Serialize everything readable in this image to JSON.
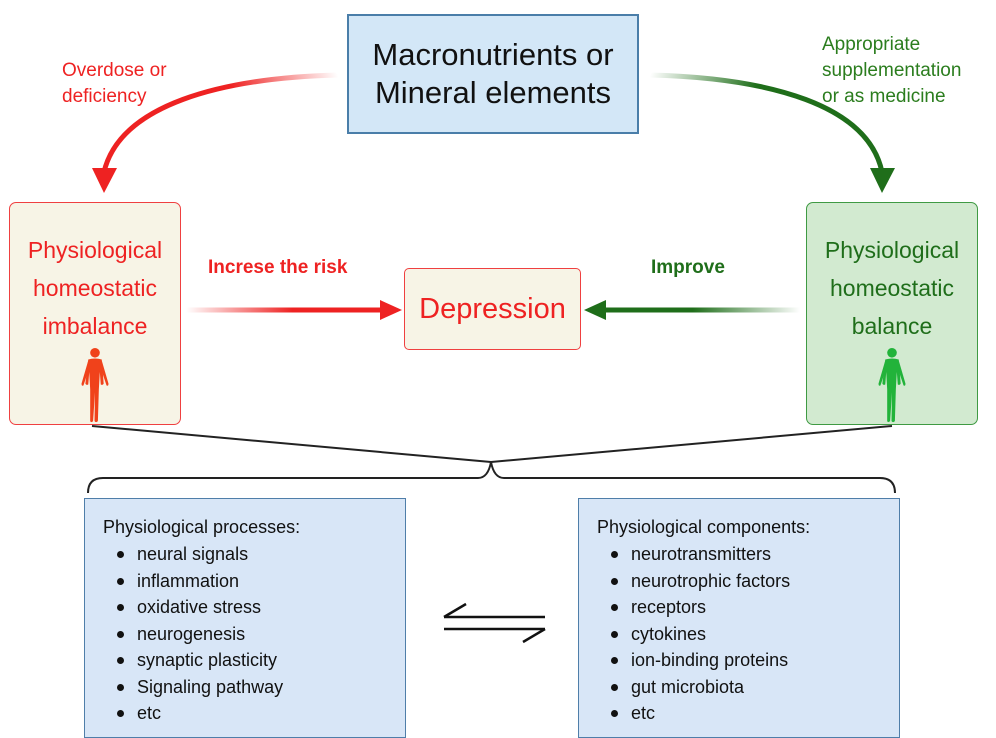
{
  "top_box": {
    "line1": "Macronutrients or",
    "line2": "Mineral elements"
  },
  "left_arrow_label": {
    "line1": "Overdose or",
    "line2": "deficiency"
  },
  "right_arrow_label": {
    "line1": "Appropriate",
    "line2": "supplementation",
    "line3": "or as medicine"
  },
  "left_state": {
    "line1": "Physiological",
    "line2": "homeostatic",
    "line3": "imbalance"
  },
  "right_state": {
    "line1": "Physiological",
    "line2": "homeostatic",
    "line3": "balance"
  },
  "center_box": {
    "label": "Depression"
  },
  "risk_label": "Increse the risk",
  "improve_label": "Improve",
  "processes": {
    "title": "Physiological processes:",
    "items": [
      "neural signals",
      "inflammation",
      "oxidative stress",
      "neurogenesis",
      "synaptic plasticity",
      "Signaling pathway",
      "etc"
    ]
  },
  "components": {
    "title": "Physiological components:",
    "items": [
      "neurotransmitters",
      "neurotrophic factors",
      "receptors",
      "cytokines",
      "ion-binding proteins",
      "gut microbiota",
      "etc"
    ]
  },
  "colors": {
    "red": "#ee2222",
    "dark_green": "#1f6e1a",
    "bright_green": "#22b33a",
    "top_box_fill": "#d3e7f7",
    "list_fill": "#d8e6f7"
  },
  "icons": [
    "human-figure-red-icon",
    "human-figure-green-icon",
    "equilibrium-arrows-icon"
  ]
}
